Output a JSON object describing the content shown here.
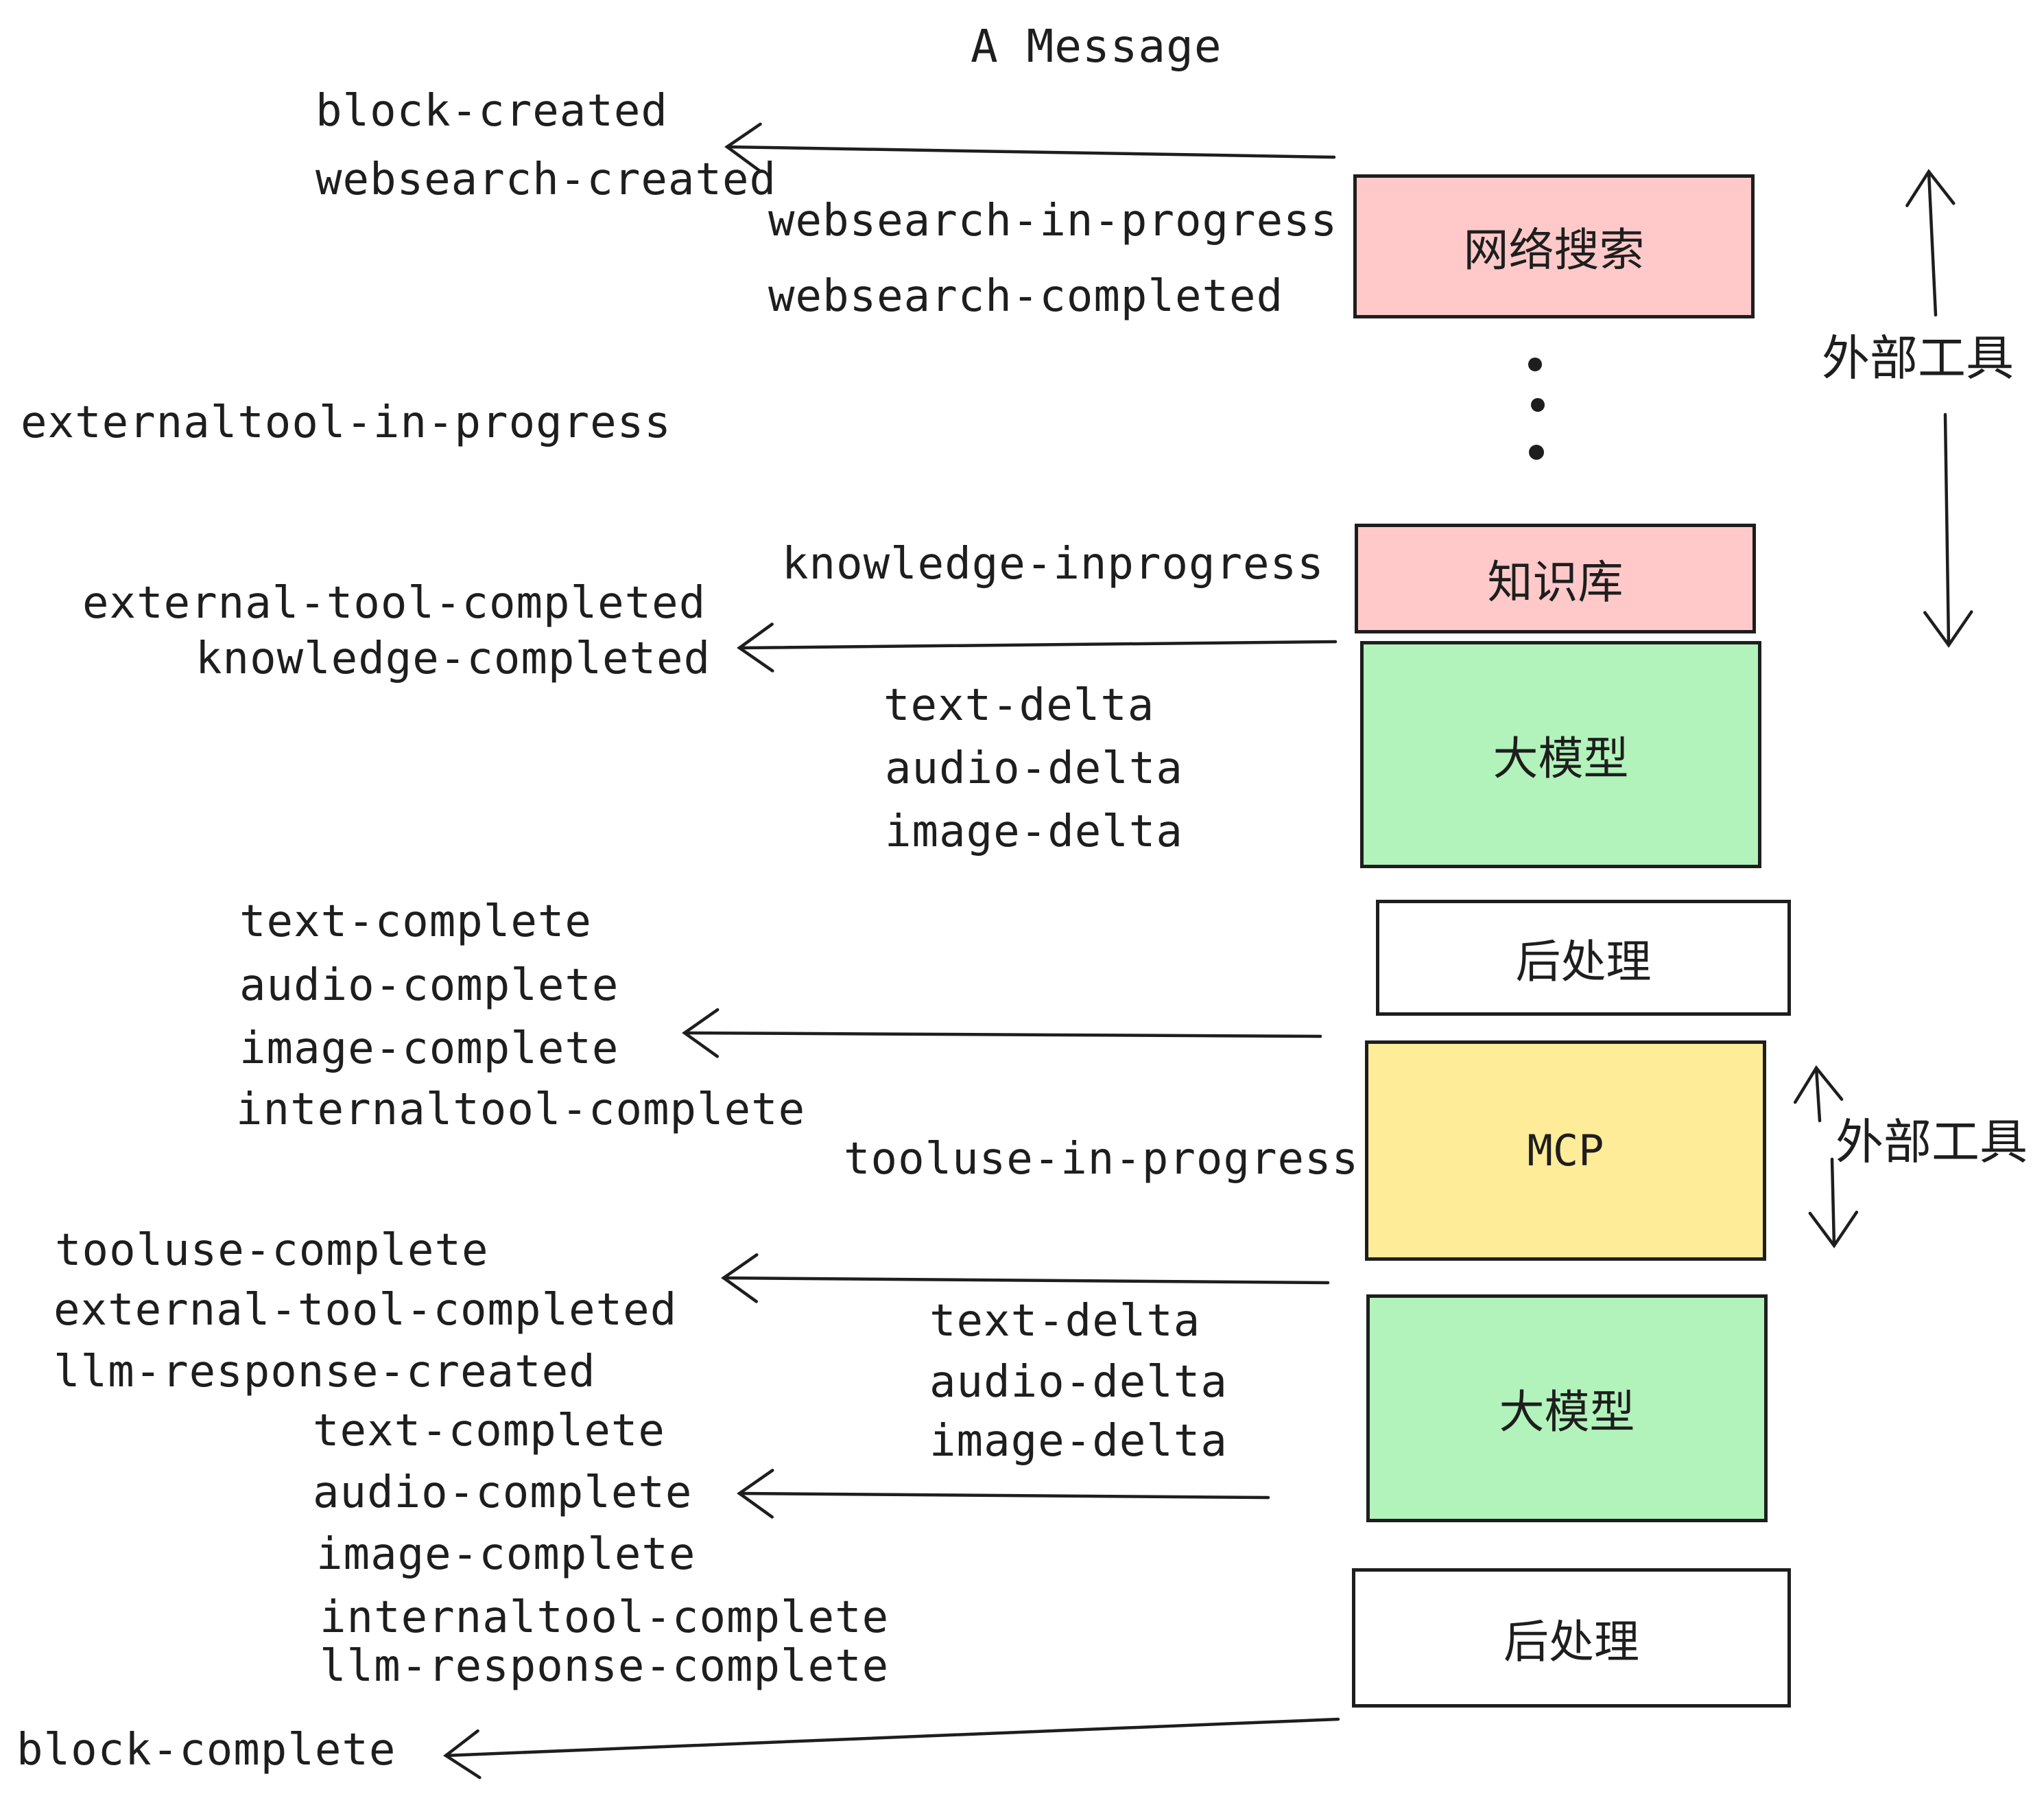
{
  "title": "A Message",
  "colors": {
    "ink": "#1e1e1e",
    "pink": "#ffc9c9",
    "green": "#b2f2bb",
    "yellow": "#ffec99",
    "paper": "#ffffff"
  },
  "boxes": {
    "websearch": "网络搜索",
    "knowledge": "知识库",
    "llm1": "大模型",
    "post1": "后处理",
    "mcp": "MCP",
    "llm2": "大模型",
    "post2": "后处理"
  },
  "side_labels": {
    "external_tools_top": "外部工具",
    "external_tools_mid": "外部工具"
  },
  "events": {
    "block_created": "block-created",
    "websearch_created": "websearch-created",
    "websearch_in_progress": "websearch-in-progress",
    "websearch_completed": "websearch-completed",
    "externaltool_in_progress": "externaltool-in-progress",
    "knowledge_inprogress": "knowledge-inprogress",
    "external_tool_completed_1": "external-tool-completed",
    "knowledge_completed": "knowledge-completed",
    "text_delta_1": "text-delta",
    "audio_delta_1": "audio-delta",
    "image_delta_1": "image-delta",
    "text_complete_1": "text-complete",
    "audio_complete_1": "audio-complete",
    "image_complete_1": "image-complete",
    "internaltool_complete_1": "internaltool-complete",
    "tooluse_in_progress": "tooluse-in-progress",
    "tooluse_complete": "tooluse-complete",
    "external_tool_completed_2": "external-tool-completed",
    "llm_response_created": "llm-response-created",
    "text_complete_2": "text-complete",
    "audio_complete_2": "audio-complete",
    "text_delta_2": "text-delta",
    "audio_delta_2": "audio-delta",
    "image_delta_2": "image-delta",
    "image_complete_2": "image-complete",
    "internaltool_complete_2": "internaltool-complete",
    "llm_response_complete": "llm-response-complete",
    "block_complete": "block-complete"
  }
}
